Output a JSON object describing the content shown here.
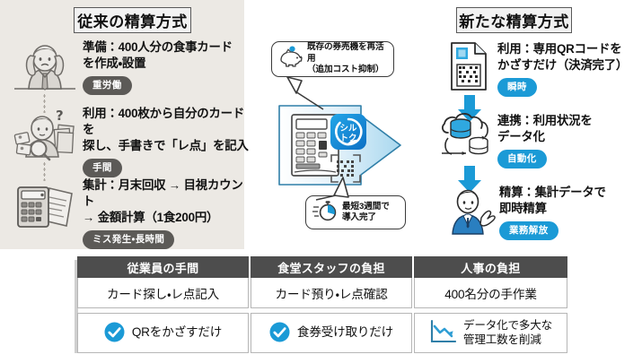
{
  "sections": {
    "old": {
      "title": "従来の精算方式"
    },
    "new": {
      "title": "新たな精算方式"
    }
  },
  "old_steps": [
    {
      "icon": "stressed-person-icon",
      "text": "準備：400人分の食事カード\nを作成・設置",
      "badge": "重労働"
    },
    {
      "icon": "card-search-person-icon",
      "text": "利用：400枚から自分のカードを\n探し、手書きで「レ点」を記入",
      "badge": "手間"
    },
    {
      "icon": "calculator-receipt-icon",
      "text": "集計：月末回収 → 目視カウント\n→ 金額計算（1食200円）",
      "badge": "ミス発生・長時間"
    }
  ],
  "new_steps": [
    {
      "icon": "qr-document-icon",
      "text": "利用：専用QRコードを\nかざすだけ（決済完了）",
      "badge": "瞬時"
    },
    {
      "icon": "cloud-database-icon",
      "text": "連携：利用状況を\nデータ化",
      "badge": "自動化"
    },
    {
      "icon": "staff-person-icon",
      "text": "精算：集計データで\n即時精算",
      "badge": "業務解放"
    }
  ],
  "center": {
    "callout_top": {
      "icon": "piggy-bank-icon",
      "text": "既存の券売機を再活用\n（追加コスト抑制）"
    },
    "callout_bottom": {
      "icon": "stopwatch-icon",
      "text": "最短3週間で\n導入完了"
    },
    "vending_machine_icon": "vending-machine-icon",
    "app_badge_icon": "shirutoku-app-icon",
    "app_badge_line1": "シル",
    "app_badge_line2": "トク",
    "qr_scan_icon": "qr-scan-icon"
  },
  "table": {
    "headers": [
      "従業員の手間",
      "食堂スタッフの負担",
      "人事の負担"
    ],
    "before_row": [
      "カード探し・レ点記入",
      "カード預り・レ点確認",
      "400名分の手作業"
    ],
    "after_row": [
      {
        "icon": "check-circle-icon",
        "label": "QRをかざすだけ"
      },
      {
        "icon": "check-circle-icon",
        "label": "食券受け取りだけ"
      },
      {
        "icon": "downtrend-chart-icon",
        "label": "データ化で多大な\n管理工数を削減"
      }
    ]
  },
  "colors": {
    "accent_blue": "#1b9ad6",
    "badge_dark": "#5c5a57",
    "table_header": "#4d4d4d",
    "panel_beige": "#ece9e4"
  }
}
